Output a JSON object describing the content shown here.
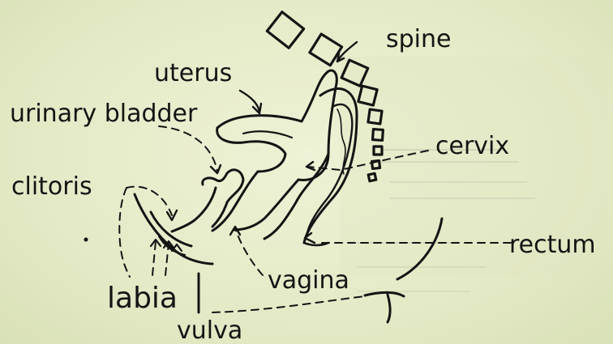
{
  "labels": {
    "spine": "spine",
    "uterus": "uterus",
    "urinary_bladder": "urinary bladder",
    "cervix": "cervix",
    "clitoris": "clitoris",
    "rectum": "rectum",
    "vagina": "vagina",
    "labia": "labia",
    "vulva": "vulva"
  },
  "colors": {
    "ink": "#141414",
    "paper": "#e6ecc9",
    "show_through": "#b9c0a3"
  }
}
